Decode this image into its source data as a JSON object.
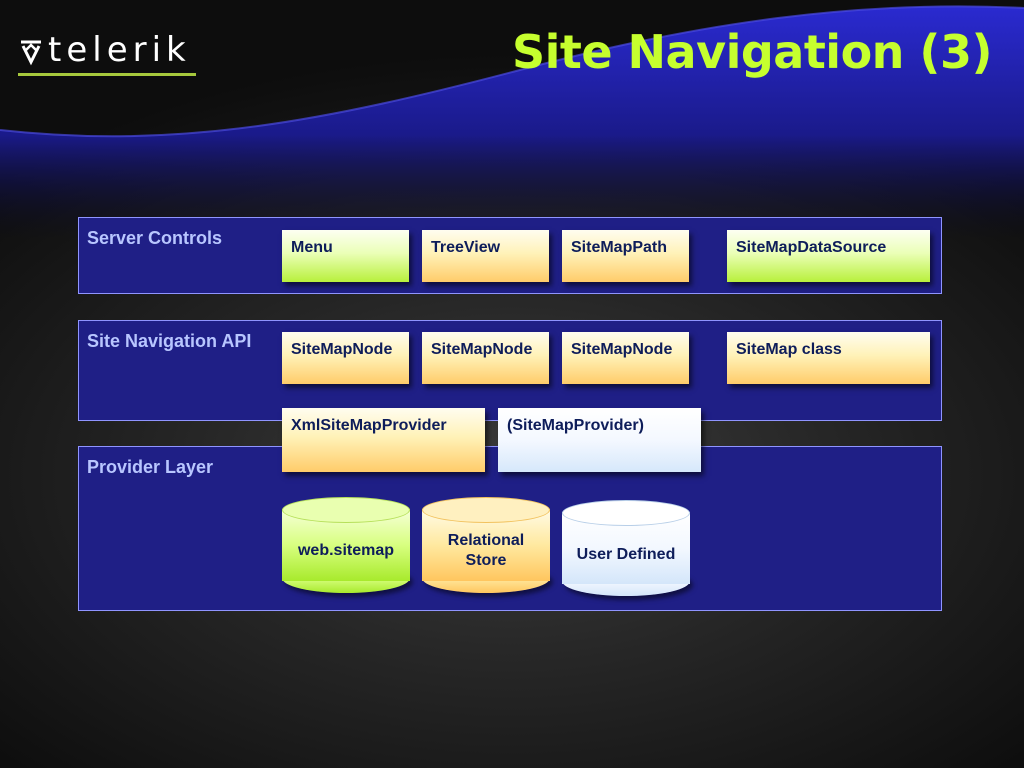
{
  "slide": {
    "title": "Site Navigation (3)",
    "logo": {
      "text": "telerik",
      "icon": "telerik-logo-icon"
    }
  },
  "diagram": {
    "layers": [
      {
        "label": "Server Controls"
      },
      {
        "label": "Site Navigation API"
      },
      {
        "label": "Provider Layer"
      }
    ],
    "server_controls": [
      "Menu",
      "TreeView",
      "SiteMapPath",
      "SiteMapDataSource"
    ],
    "api": [
      "SiteMapNode",
      "SiteMapNode",
      "SiteMapNode",
      "SiteMap class"
    ],
    "providers": [
      "XmlSiteMapProvider",
      "(SiteMapProvider)"
    ],
    "stores": [
      "web.sitemap",
      "Relational Store",
      "User Defined"
    ]
  },
  "colors": {
    "title": "#c6ff2e",
    "layer_background": "#1f1f86",
    "layer_border": "#8f94ff",
    "layer_label": "#b8c6ff",
    "logo_underline": "#a6c83c"
  }
}
